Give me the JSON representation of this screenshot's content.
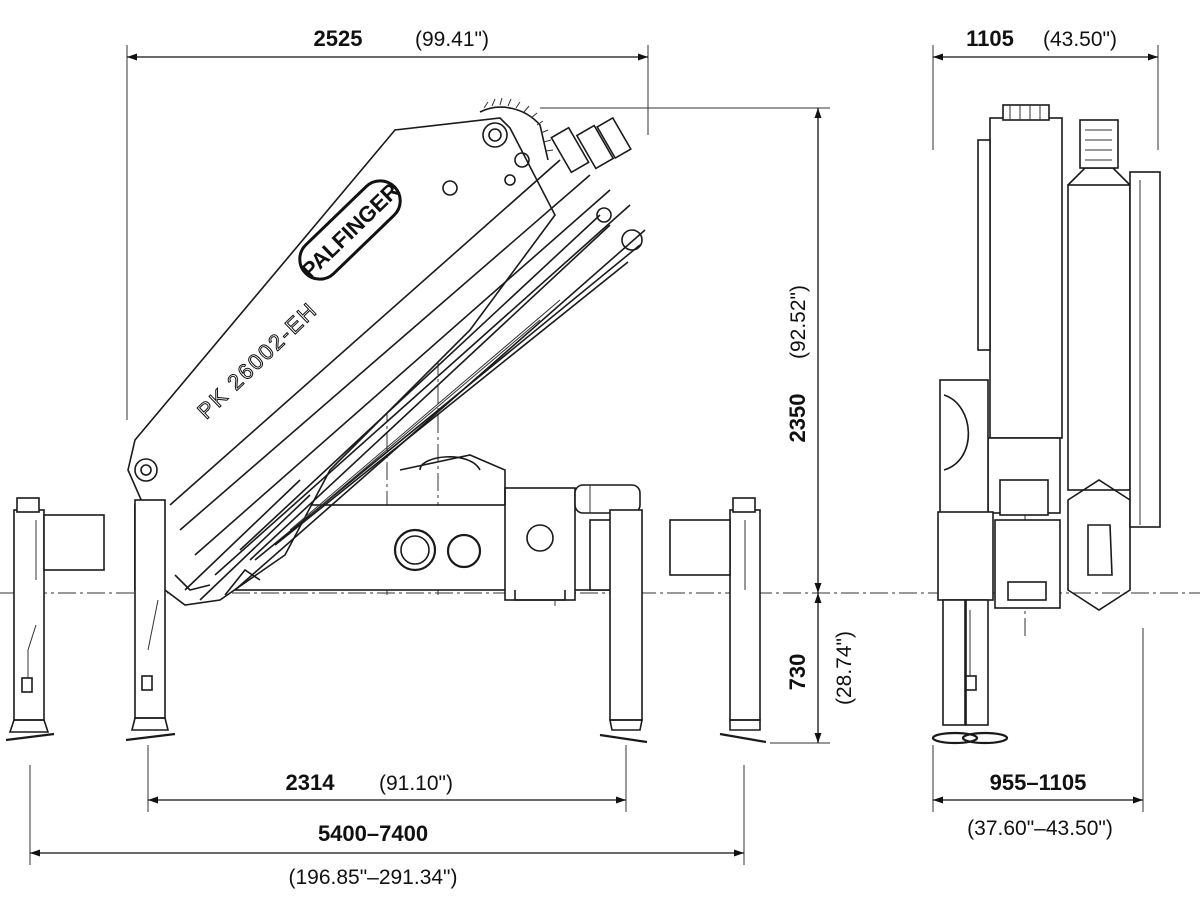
{
  "crane": {
    "brand": "PALFINGER",
    "model": "PK 26002-EH"
  },
  "dimensions": {
    "overall_width_top": {
      "value": "2525",
      "imperial": "(99.41\")"
    },
    "side_width_top": {
      "value": "1105",
      "imperial": "(43.50\")"
    },
    "height_above_ref": {
      "value": "2350",
      "imperial": "(92.52\")"
    },
    "depth_below_ref": {
      "value": "730",
      "imperial": "(28.74\")"
    },
    "outrigger_base": {
      "value": "2314",
      "imperial": "(91.10\")"
    },
    "outrigger_span": {
      "value": "5400–7400",
      "imperial": "(196.85\"–291.34\")"
    },
    "side_base": {
      "value": "955–1105",
      "imperial": "(37.60\"–43.50\")"
    }
  }
}
